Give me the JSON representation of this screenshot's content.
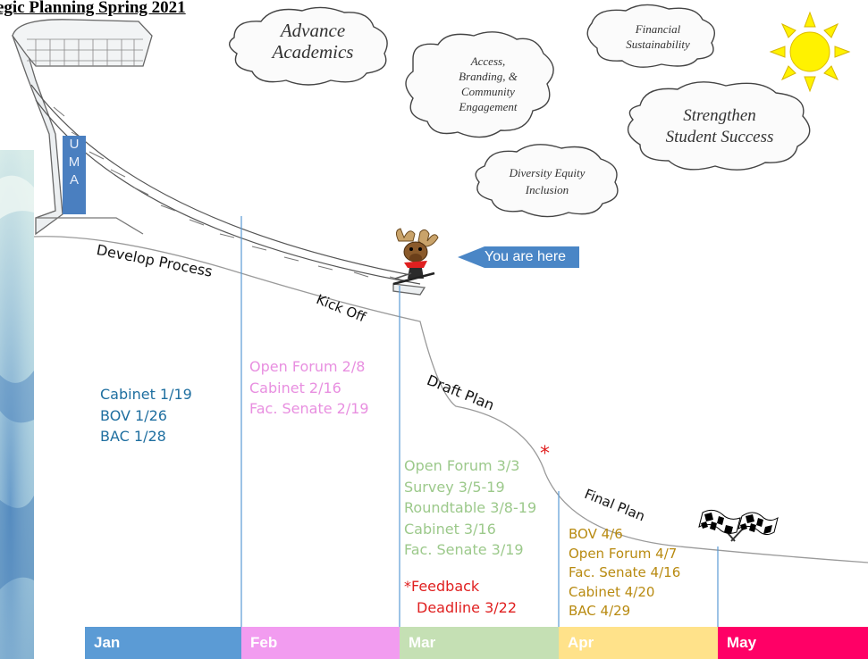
{
  "title": "egic Planning Spring 2021",
  "goals": {
    "advance_academics": [
      "Advance",
      "Academics"
    ],
    "access": [
      "Access,",
      "Branding, &",
      "Community",
      "Engagement"
    ],
    "financial": [
      "Financial",
      "Sustainability"
    ],
    "student_success": [
      "Strengthen",
      "Student Success"
    ],
    "diversity": [
      "Diversity Equity",
      "Inclusion"
    ]
  },
  "uma_letters": [
    "U",
    "M",
    "A"
  ],
  "you_are_here": "You are here",
  "stages": {
    "develop": "Develop Process",
    "kickoff": "Kick Off",
    "draft": "Draft Plan",
    "final": "Final Plan",
    "asterisk": "*"
  },
  "events": {
    "jan": [
      "Cabinet 1/19",
      "BOV 1/26",
      "BAC 1/28"
    ],
    "feb": [
      "Open Forum 2/8",
      "Cabinet 2/16",
      "Fac. Senate 2/19"
    ],
    "mar": [
      "Open Forum 3/3",
      "Survey 3/5-19",
      "Roundtable 3/8-19",
      "Cabinet 3/16",
      "Fac. Senate 3/19"
    ],
    "mar_feedback": [
      "*Feedback",
      "Deadline 3/22"
    ],
    "apr": [
      "BOV 4/6",
      "Open Forum 4/7",
      "Fac. Senate 4/16",
      "Cabinet 4/20",
      "BAC 4/29"
    ]
  },
  "months": [
    "Jan",
    "Feb",
    "Mar",
    "Apr",
    "May"
  ],
  "colors": {
    "jan": "#1f6fa0",
    "feb": "#e88fe0",
    "mar": "#9cc98b",
    "feedback": "#e02020",
    "apr": "#b88a10",
    "month_jan": "#5b9bd5",
    "month_feb": "#f29cf0",
    "month_mar": "#c5e0b4",
    "month_apr": "#ffe28a",
    "month_may": "#ff0066"
  }
}
